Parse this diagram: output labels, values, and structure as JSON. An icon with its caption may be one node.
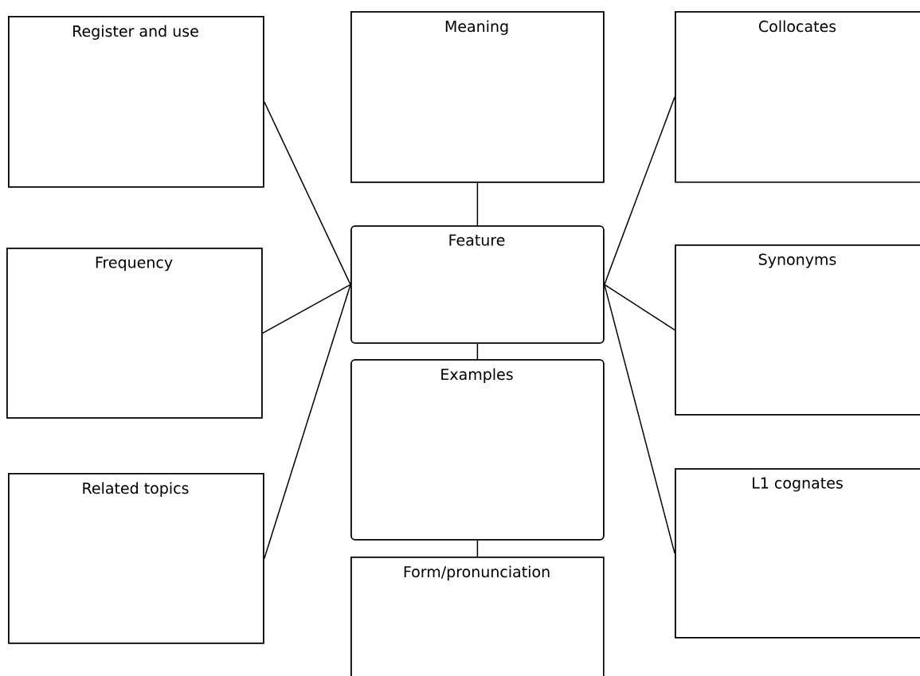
{
  "diagram": {
    "nodes": [
      {
        "text": [
          "Register and use"
        ]
      },
      {
        "text": [
          "Meaning"
        ]
      },
      {
        "text": [
          "Collocates"
        ]
      },
      {
        "text": [
          "Feature"
        ]
      },
      {
        "text": [
          "Frequency"
        ]
      },
      {
        "text": [
          "Synonyms"
        ]
      },
      {
        "text": [
          "Examples"
        ]
      },
      {
        "text": [
          "Related topics"
        ]
      },
      {
        "text": [
          "L1 cognates"
        ]
      },
      {
        "text": [
          "Form/pronunciation"
        ]
      }
    ],
    "edges": [
      {
        "from": 1,
        "to": 3,
        "arrow": "none"
      },
      {
        "from": 3,
        "to": 6,
        "arrow": "none"
      },
      {
        "from": 6,
        "to": 9,
        "arrow": "none"
      },
      {
        "from": 0,
        "to": 3,
        "arrow": "none"
      },
      {
        "from": 4,
        "to": 3,
        "arrow": "none"
      },
      {
        "from": 7,
        "to": 3,
        "arrow": "none"
      },
      {
        "from": 2,
        "to": 3,
        "arrow": "none"
      },
      {
        "from": 5,
        "to": 3,
        "arrow": "none"
      },
      {
        "from": 8,
        "to": 3,
        "arrow": "none"
      }
    ]
  }
}
